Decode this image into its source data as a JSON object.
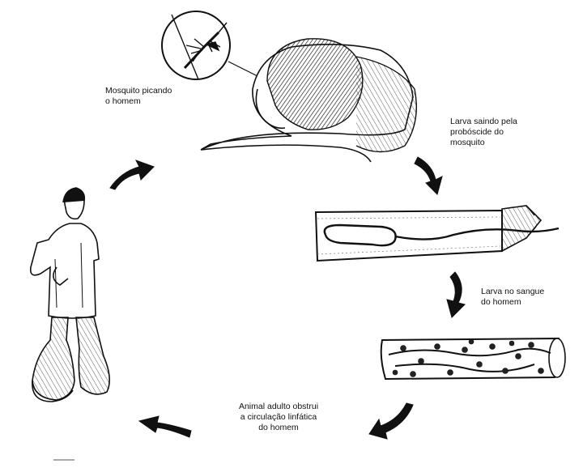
{
  "diagram": {
    "stages": [
      {
        "id": "mosquito-bite",
        "lines": [
          "Mosquito picando",
          "o homem"
        ]
      },
      {
        "id": "larva-exit",
        "lines": [
          "Larva saindo pela",
          "probóscide do",
          "mosquito"
        ]
      },
      {
        "id": "larva-blood",
        "lines": [
          "Larva no sangue",
          "do homem"
        ]
      },
      {
        "id": "adult-obstructs",
        "lines": [
          "Animal adulto obstrui",
          "a circulação linfática",
          "do homem"
        ]
      }
    ],
    "colors": {
      "ink": "#111111",
      "background": "#ffffff"
    }
  }
}
